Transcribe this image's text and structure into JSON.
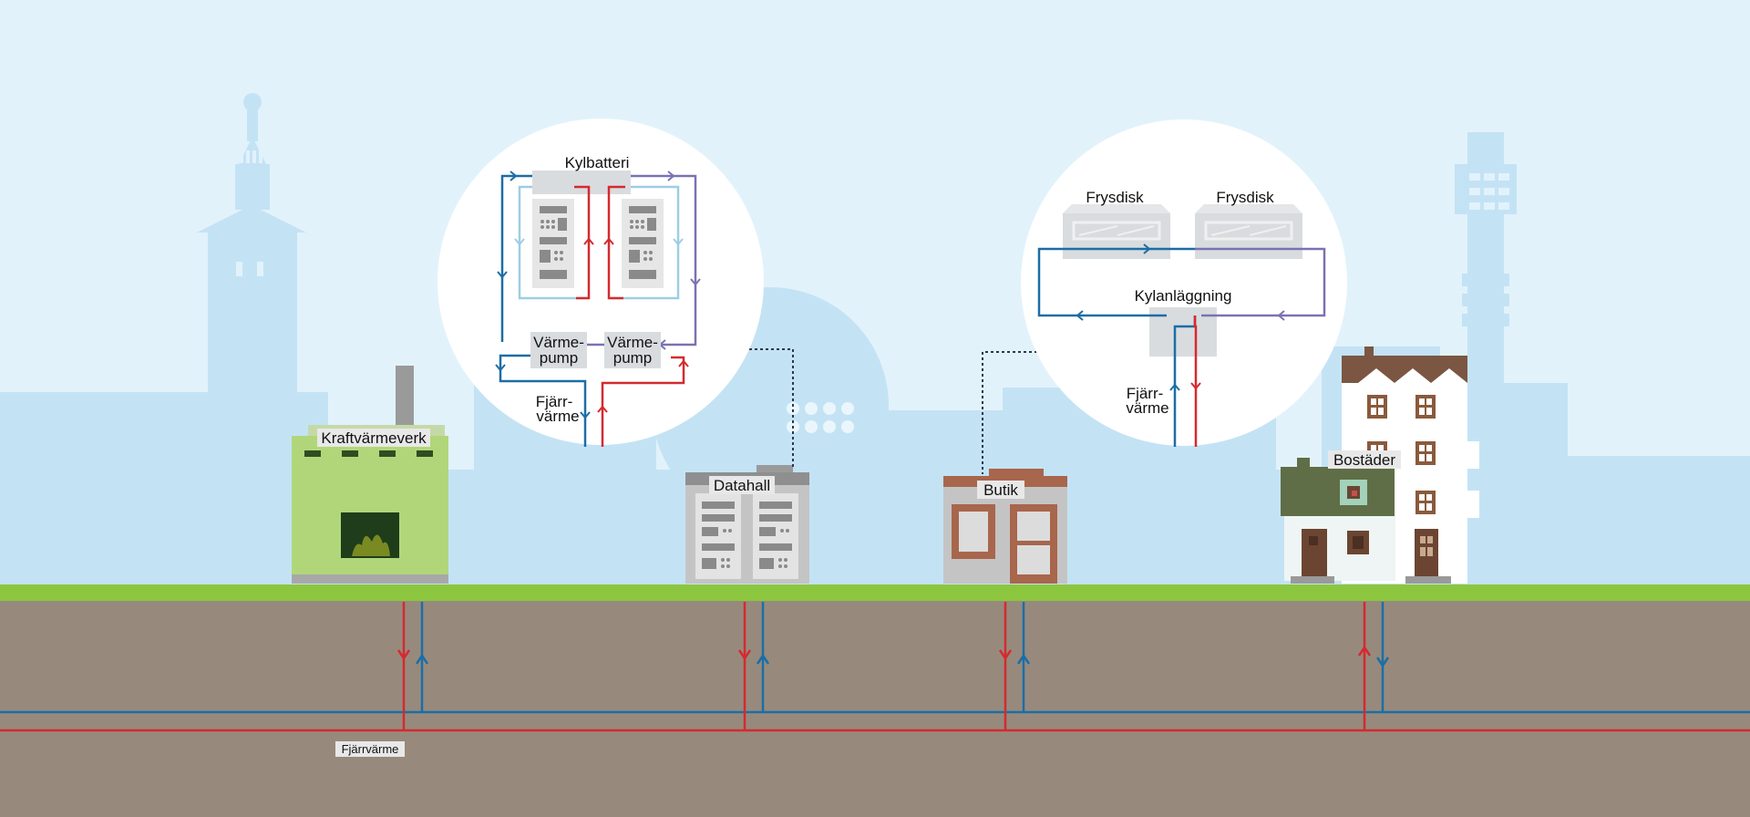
{
  "colors": {
    "sky": "#e2f2fb",
    "skyline": "#c3e3f5",
    "grass": "#8cc63f",
    "ground": "#978a7d",
    "hot_pipe": "#d42a2f",
    "cold_pipe": "#1b6ea6",
    "return_pipe": "#7a72b3",
    "light_pipe": "#9fcde3",
    "plant_green": "#b1d67a"
  },
  "labels": {
    "kraftvarmeverk": "Kraftvärmeverk",
    "datahall": "Datahall",
    "butik": "Butik",
    "bostader": "Bostäder",
    "fjarrvarme_ground": "Fjärrvärme"
  },
  "datahall_detail": {
    "kylbatteri": "Kylbatteri",
    "varmepump_1": [
      "Värme-",
      "pump"
    ],
    "varmepump_2": [
      "Värme-",
      "pump"
    ],
    "fjarrvarme": [
      "Fjärr-",
      "värme"
    ]
  },
  "butik_detail": {
    "frysdisk_1": "Frysdisk",
    "frysdisk_2": "Frysdisk",
    "kylanlaggning": "Kylanläggning",
    "fjarrvarme": [
      "Fjärr-",
      "värme"
    ]
  }
}
